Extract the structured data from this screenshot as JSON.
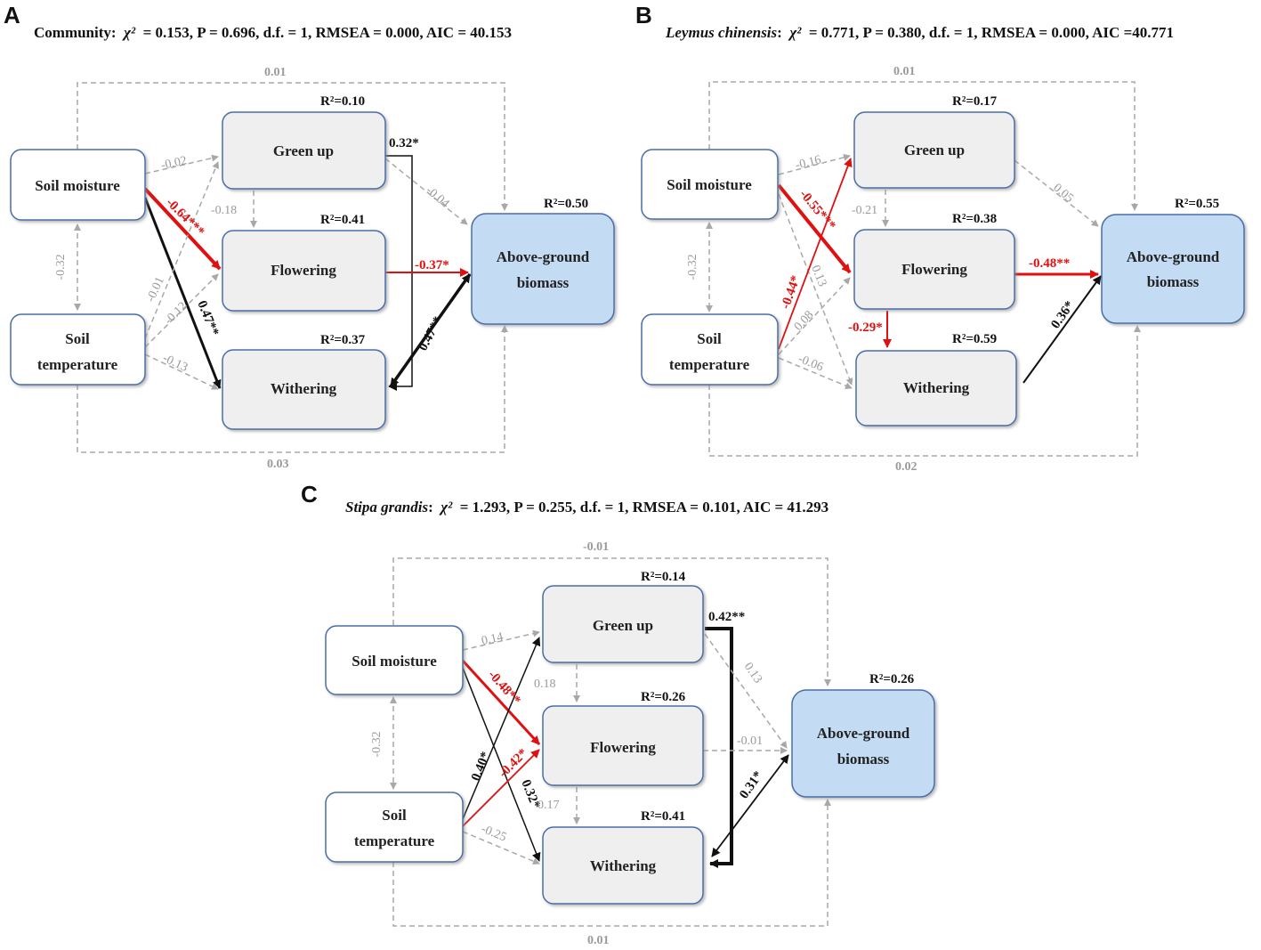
{
  "panels": {
    "A": {
      "letter": "A",
      "title_name": "Community",
      "title_stats": "= 0.153, P = 0.696, d.f. = 1, RMSEA = 0.000, AIC = 40.153",
      "r2": {
        "green_up": "R²=0.10",
        "flowering": "R²=0.41",
        "withering": "R²=0.37",
        "biomass": "R²=0.50"
      },
      "coefs": {
        "moist_biomass": "0.01",
        "temp_biomass": "0.03",
        "moist_temp": "-0.32",
        "moist_green": "-0.02",
        "moist_flower": "-0.64***",
        "moist_wither": "0.47**",
        "temp_green": "-0.01",
        "temp_flower": "-0.12",
        "temp_wither": "-0.13",
        "green_flower": "-0.18",
        "green_biomass": "-0.04",
        "green_wither": "0.32*",
        "flower_biomass": "-0.37*",
        "wither_biomass": "0.47**"
      }
    },
    "B": {
      "letter": "B",
      "title_name": "Leymus chinensis",
      "title_stats": "= 0.771, P = 0.380, d.f. = 1, RMSEA = 0.000, AIC =40.771",
      "r2": {
        "green_up": "R²=0.17",
        "flowering": "R²=0.38",
        "withering": "R²=0.59",
        "biomass": "R²=0.55"
      },
      "coefs": {
        "moist_biomass": "0.01",
        "temp_biomass": "0.02",
        "moist_temp": "-0.32",
        "moist_green": "-0.16",
        "moist_flower": "-0.55***",
        "moist_wither": "0.13",
        "temp_green": "-0.44*",
        "temp_flower": "0.08",
        "temp_wither": "-0.06",
        "green_flower": "-0.21",
        "green_biomass": "0.05",
        "flower_wither": "-0.29*",
        "flower_biomass": "-0.48**",
        "wither_biomass": "0.36*"
      }
    },
    "C": {
      "letter": "C",
      "title_name": "Stipa grandis",
      "title_stats": "= 1.293, P = 0.255, d.f. = 1, RMSEA = 0.101, AIC = 41.293",
      "r2": {
        "green_up": "R²=0.14",
        "flowering": "R²=0.26",
        "withering": "R²=0.41",
        "biomass": "R²=0.26"
      },
      "coefs": {
        "moist_biomass": "-0.01",
        "temp_biomass": "0.01",
        "moist_temp": "-0.32",
        "moist_green": "0.14",
        "moist_flower": "-0.48**",
        "moist_wither": "0.32*",
        "temp_green": "0.40*",
        "temp_flower": "-0.42*",
        "temp_wither": "-0.25",
        "green_flower": "0.18",
        "green_biomass": "0.13",
        "green_wither": "0.42**",
        "flower_wither": "0.17",
        "flower_biomass": "-0.01",
        "wither_biomass": "0.31*"
      }
    }
  },
  "labels": {
    "soil_moisture": "Soil moisture",
    "soil": "Soil",
    "temperature": "temperature",
    "green_up": "Green up",
    "flowering": "Flowering",
    "withering": "Withering",
    "above_ground": "Above-ground",
    "biomass": "biomass",
    "chi": "χ²"
  },
  "colors": {
    "significant_negative": "#e01010",
    "significant_positive": "#111111",
    "nonsignificant": "#a8a8a8",
    "biomass_box": "#c3dcf3",
    "phenology_box": "#efefef"
  }
}
